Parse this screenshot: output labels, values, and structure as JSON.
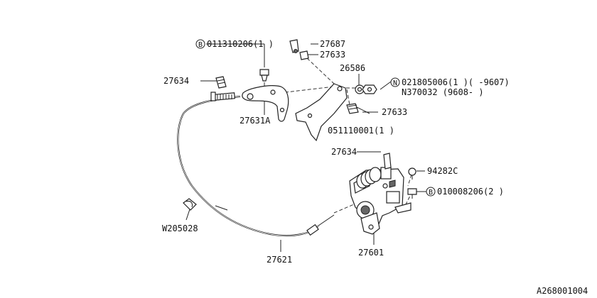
{
  "labels": {
    "p011310206": "011310206(1  )",
    "p27687": "27687",
    "p27633_top": "27633",
    "p27634_left": "27634",
    "p26586": "26586",
    "p021805006": "021805006(1  )(    -9607)",
    "pN370032": "N370032       (9608-    )",
    "p27631A": "27631A",
    "p27633_mid": "27633",
    "p051110001": "051110001(1  )",
    "p27634_right": "27634",
    "p94282C": "94282C",
    "p010008206": "010008206(2  )",
    "pW205028": "W205028",
    "p27621": "27621",
    "p27601": "27601",
    "catalog_code": "A268001004"
  },
  "markers": {
    "bolt_b": "B",
    "nut_n": "N"
  }
}
